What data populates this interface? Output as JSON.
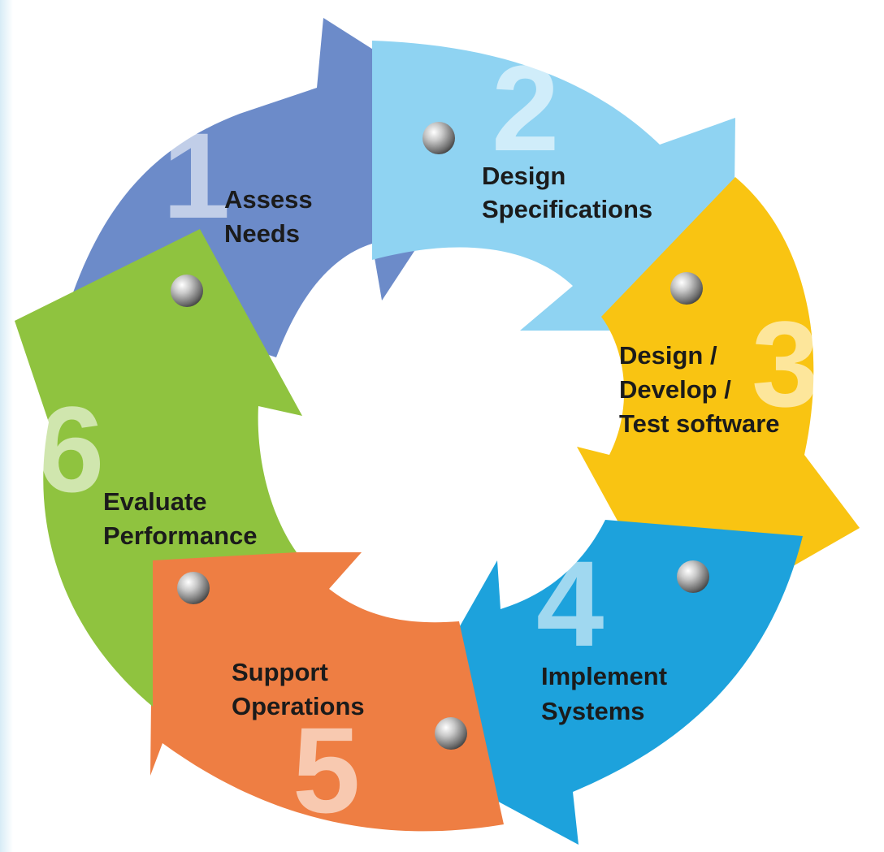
{
  "diagram": {
    "steps": [
      {
        "number": "1",
        "line1": "Assess",
        "line2": "Needs",
        "line3": "",
        "color": "#6c8bc9"
      },
      {
        "number": "2",
        "line1": "Design",
        "line2": "Specifications",
        "line3": "",
        "color": "#8fd3f2"
      },
      {
        "number": "3",
        "line1": "Design /",
        "line2": "Develop /",
        "line3": "Test software",
        "color": "#f9c412"
      },
      {
        "number": "4",
        "line1": "Implement",
        "line2": "Systems",
        "line3": "",
        "color": "#1da2dc"
      },
      {
        "number": "5",
        "line1": "Support",
        "line2": "Operations",
        "line3": "",
        "color": "#ee7e43"
      },
      {
        "number": "6",
        "line1": "Evaluate",
        "line2": "Performance",
        "line3": "",
        "color": "#8fc33f"
      }
    ]
  }
}
